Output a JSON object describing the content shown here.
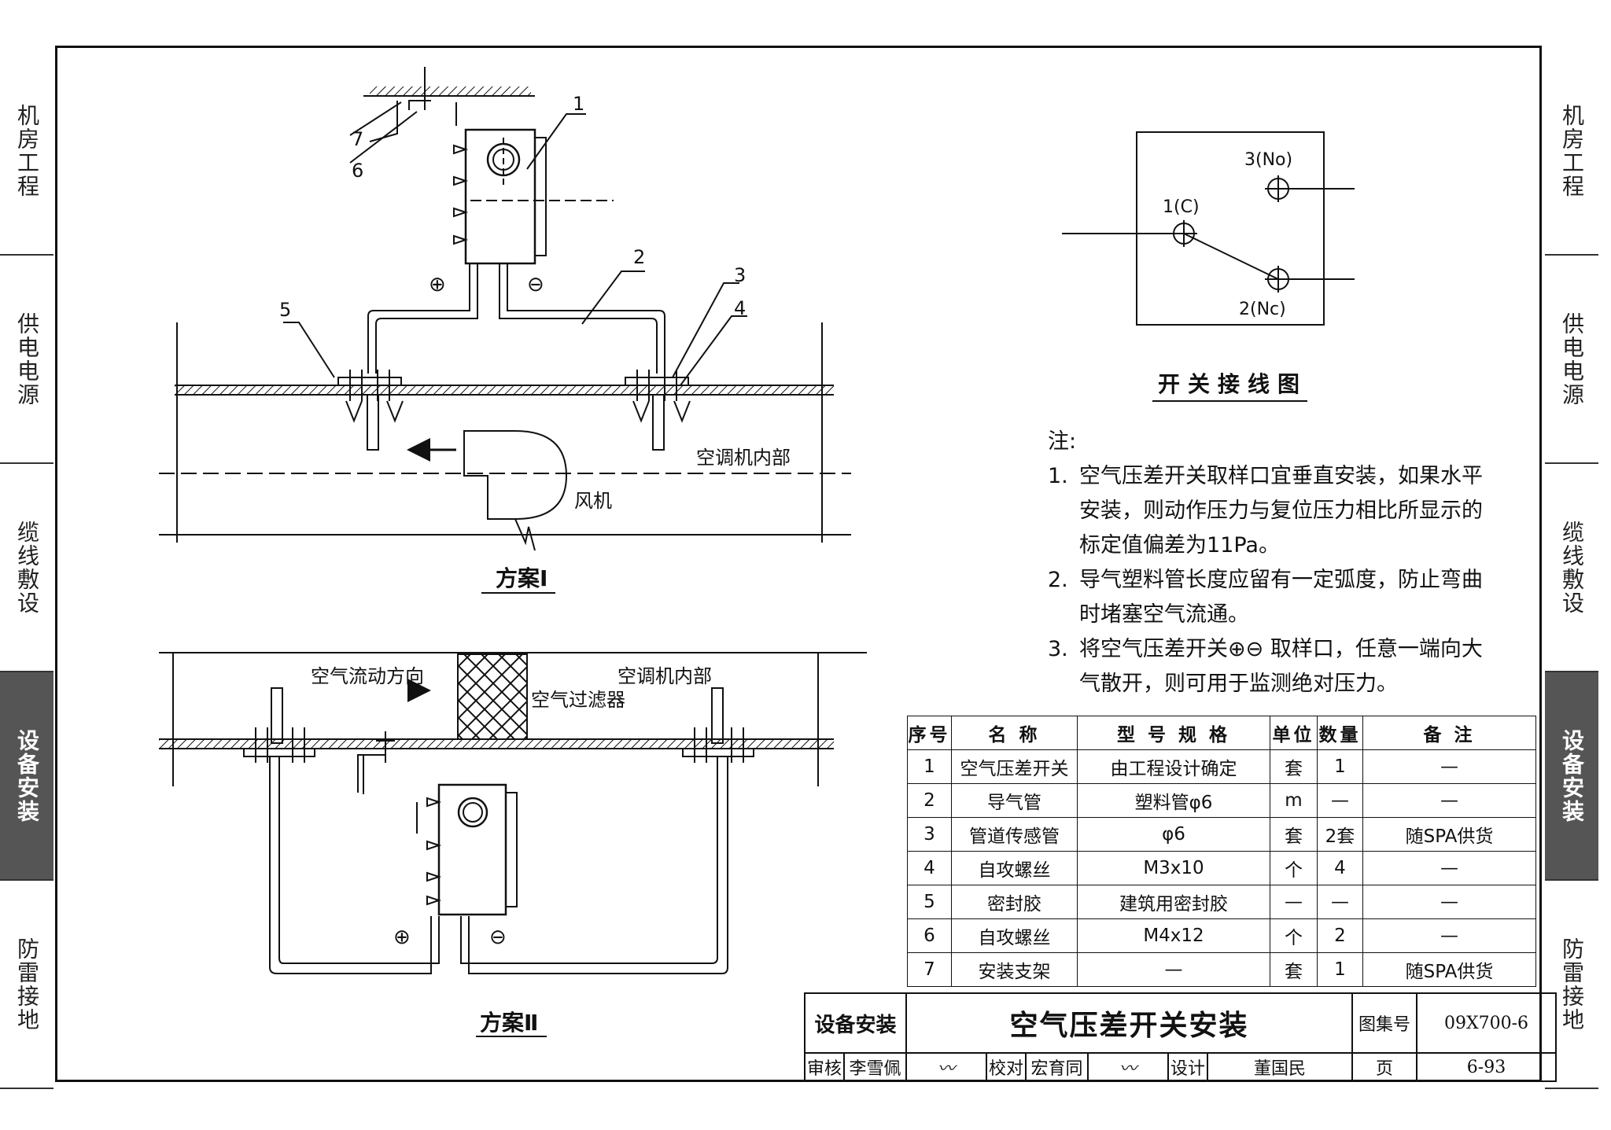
{
  "side_tabs": [
    {
      "label": "机房工程",
      "active": false
    },
    {
      "label": "供电电源",
      "active": false
    },
    {
      "label": "缆线敷设",
      "active": false
    },
    {
      "label": "设备安装",
      "active": true
    },
    {
      "label": "防雷接地",
      "active": false
    }
  ],
  "scheme1": {
    "title": "方案Ⅰ",
    "labels": {
      "n1": "1",
      "n2": "2",
      "n3": "3",
      "n4": "4",
      "n5": "5",
      "n6": "6",
      "n7": "7",
      "inside": "空调机内部",
      "fan": "风机",
      "plus": "⊕",
      "minus": "⊖"
    }
  },
  "scheme2": {
    "title": "方案Ⅱ",
    "labels": {
      "flow": "空气流动方向",
      "inside": "空调机内部",
      "filter": "空气过滤器",
      "plus": "⊕",
      "minus": "⊖"
    }
  },
  "wiring": {
    "title": "开关接线图",
    "c": "1(C)",
    "no": "3(No)",
    "nc": "2(Nc)"
  },
  "notes": {
    "heading": "注:",
    "items": [
      {
        "num": "1.",
        "text": "空气压差开关取样口宜垂直安装，如果水平安装，则动作压力与复位压力相比所显示的标定值偏差为11Pa。"
      },
      {
        "num": "2.",
        "text": "导气塑料管长度应留有一定弧度，防止弯曲时堵塞空气流通。"
      },
      {
        "num": "3.",
        "text": "将空气压差开关⊕⊖ 取样口，任意一端向大气散开，则可用于监测绝对压力。"
      }
    ]
  },
  "parts_table": {
    "headers": [
      "序号",
      "名 称",
      "型 号 规 格",
      "单位",
      "数量",
      "备 注"
    ],
    "rows": [
      [
        "1",
        "空气压差开关",
        "由工程设计确定",
        "套",
        "1",
        "—"
      ],
      [
        "2",
        "导气管",
        "塑料管φ6",
        "m",
        "—",
        "—"
      ],
      [
        "3",
        "管道传感管",
        "φ6",
        "套",
        "2套",
        "随SPA供货"
      ],
      [
        "4",
        "自攻螺丝",
        "M3x10",
        "个",
        "4",
        "—"
      ],
      [
        "5",
        "密封胶",
        "建筑用密封胶",
        "—",
        "—",
        "—"
      ],
      [
        "6",
        "自攻螺丝",
        "M4x12",
        "个",
        "2",
        "—"
      ],
      [
        "7",
        "安装支架",
        "—",
        "套",
        "1",
        "随SPA供货"
      ]
    ]
  },
  "title_block": {
    "category": "设备安装",
    "title": "空气压差开关安装",
    "atlas_label": "图集号",
    "atlas_no": "09X700-6",
    "review_label": "审核",
    "reviewer": "李雪佩",
    "check_label": "校对",
    "checker": "宏育同",
    "design_label": "设计",
    "designer": "董国民",
    "page_label": "页",
    "page_no": "6-93"
  }
}
